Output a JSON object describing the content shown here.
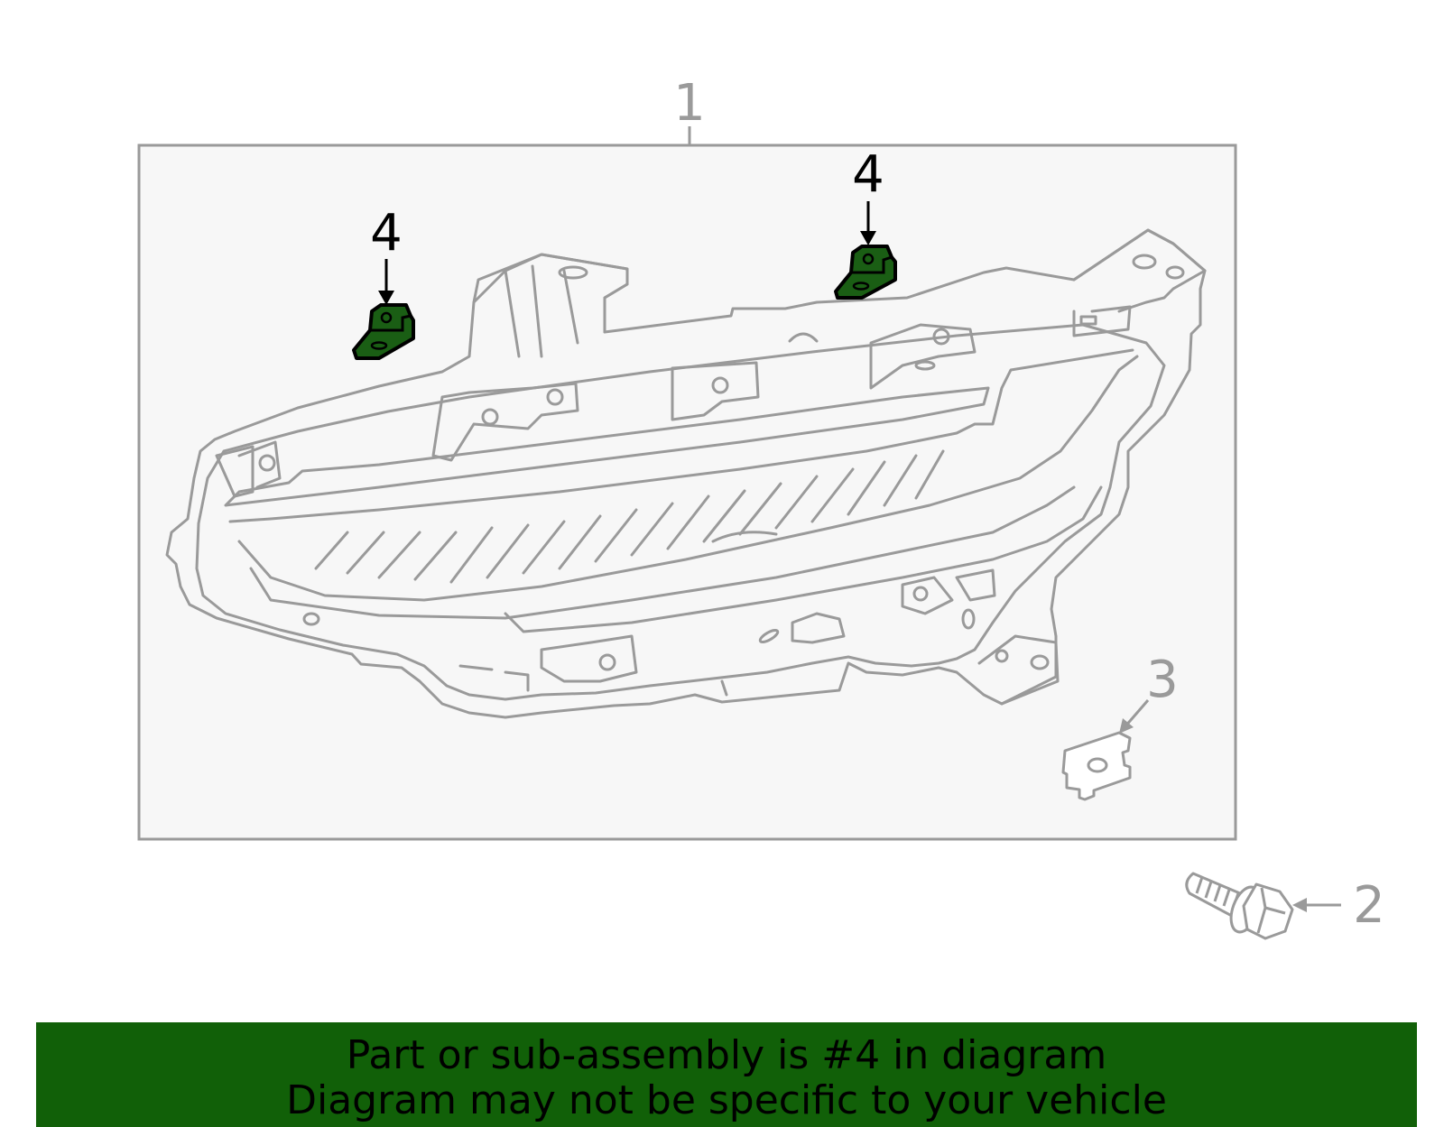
{
  "callouts": {
    "assembly": "1",
    "bolt": "2",
    "clip": "3",
    "bracket_left": "4",
    "bracket_right": "4"
  },
  "banner": {
    "line1": "Part or sub-assembly is #4 in diagram",
    "line2": "Diagram may not be specific to your vehicle"
  },
  "colors": {
    "highlight": "#1a5e14",
    "banner": "#116008",
    "line": "#9a9a9a",
    "panel": "#f7f7f7"
  }
}
